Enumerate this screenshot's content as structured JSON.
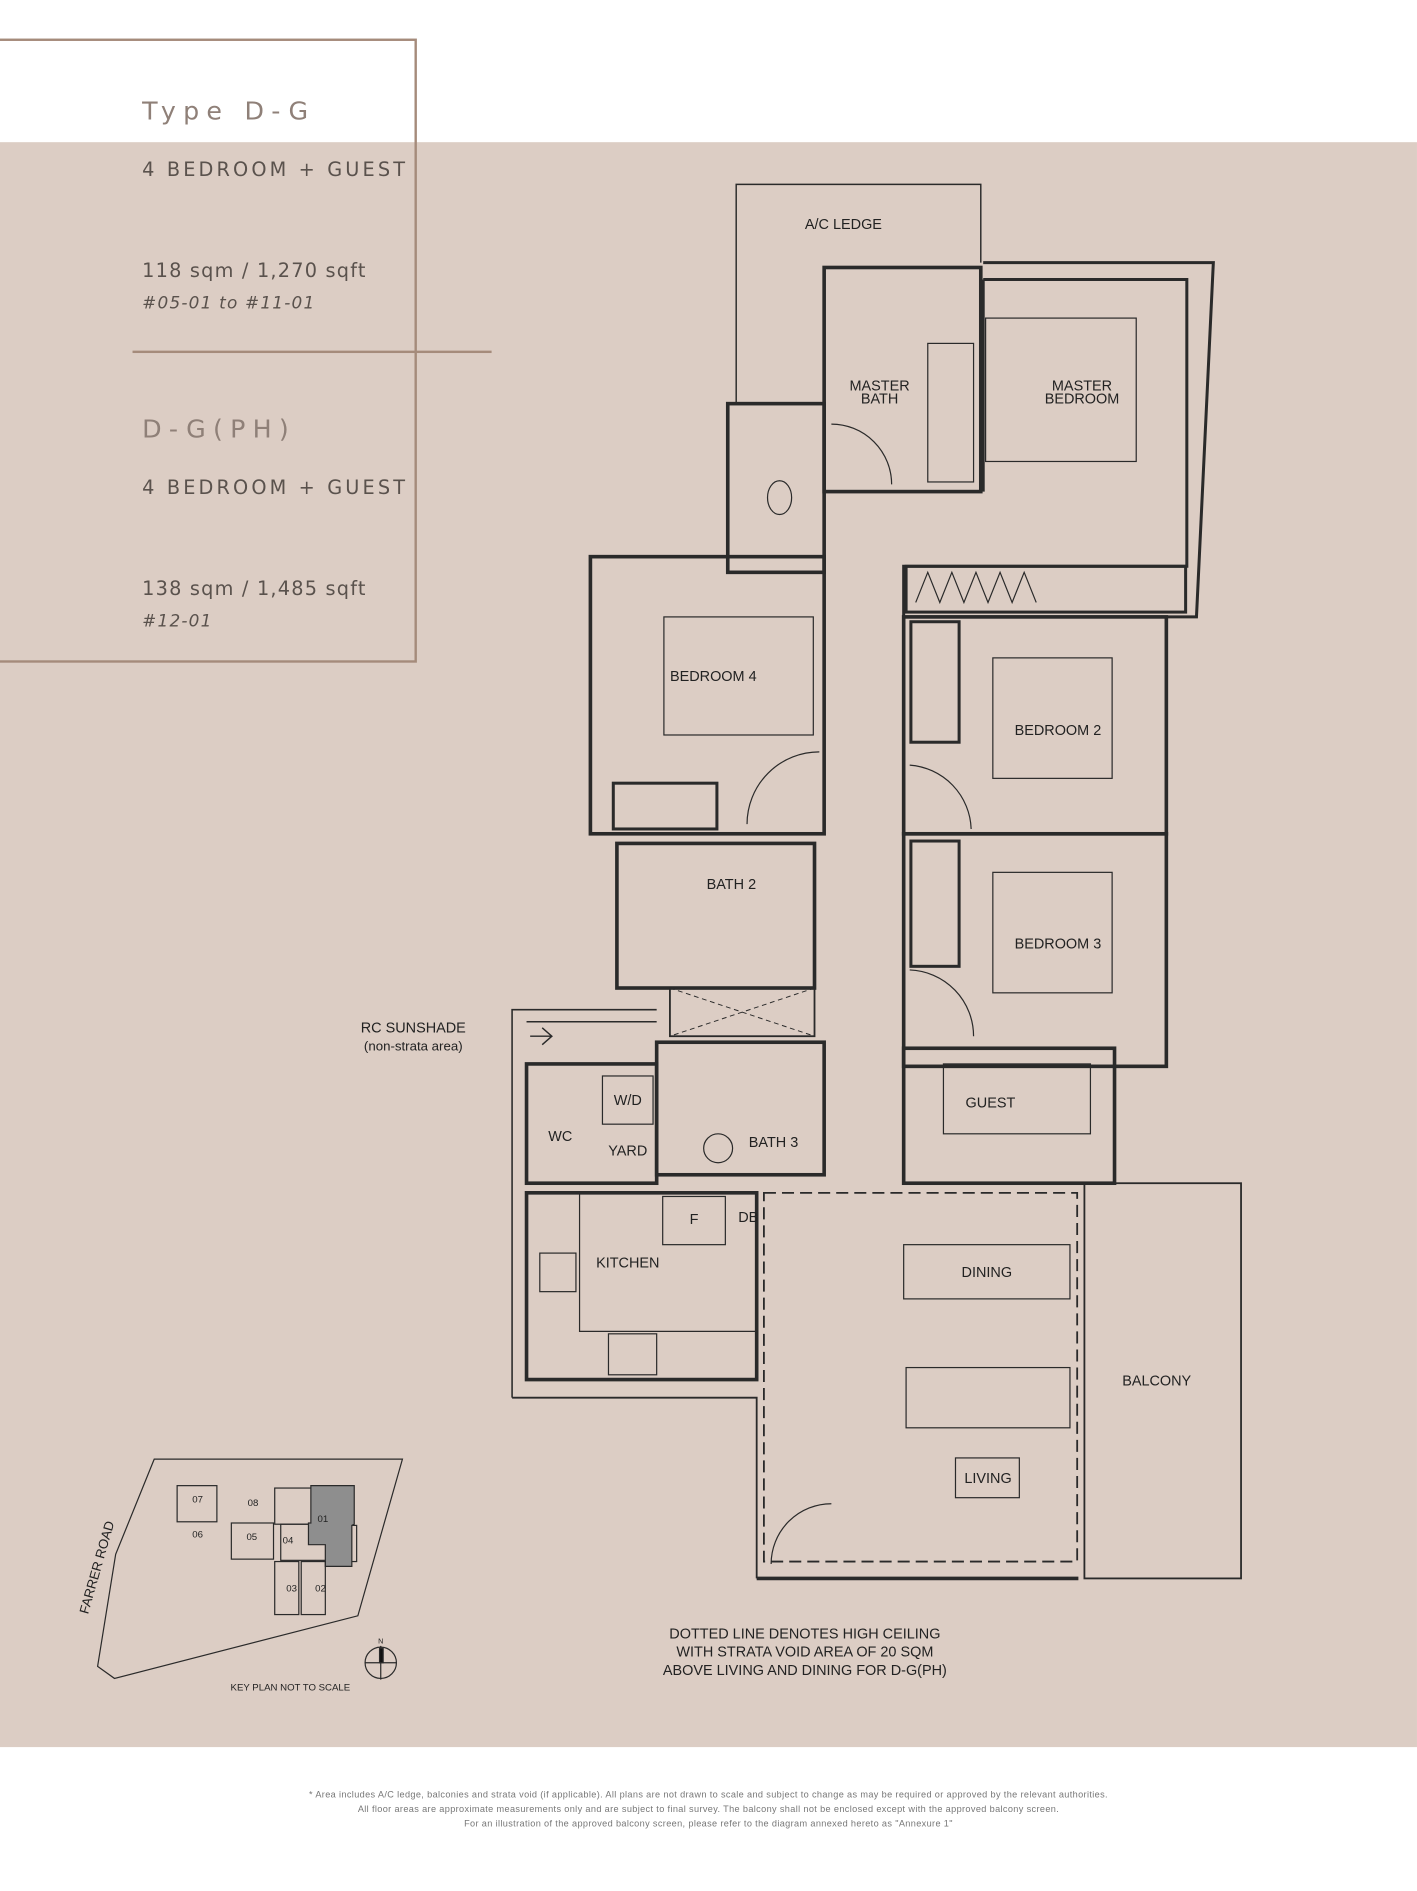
{
  "header": {
    "type_title": "Type D-G",
    "type_subtitle": "4 BEDROOM + GUEST",
    "type_area": "118 sqm / 1,270 sqft",
    "type_units": "#05-01 to #11-01",
    "ph_title": "D-G(PH)",
    "ph_subtitle": "4 BEDROOM + GUEST",
    "ph_area": "138 sqm / 1,485 sqft",
    "ph_units": "#12-01"
  },
  "plan": {
    "rooms": {
      "ac_ledge": "A/C LEDGE",
      "master_bath_1": "MASTER",
      "master_bath_2": "BATH",
      "master_bedroom_1": "MASTER",
      "master_bedroom_2": "BEDROOM",
      "bedroom4": "BEDROOM 4",
      "bedroom2": "BEDROOM 2",
      "bath2": "BATH 2",
      "bedroom3": "BEDROOM 3",
      "wd": "W/D",
      "guest": "GUEST",
      "wc": "WC",
      "yard": "YARD",
      "bath3": "BATH 3",
      "fridge": "F",
      "db": "DB",
      "kitchen": "KITCHEN",
      "dining": "DINING",
      "balcony": "BALCONY",
      "living": "LIVING"
    },
    "sunshade_label": "RC SUNSHADE",
    "sunshade_note": "(non-strata area)",
    "note_lines": [
      "DOTTED LINE DENOTES HIGH CEILING",
      "WITH STRATA VOID AREA OF 20 SQM",
      "ABOVE LIVING AND DINING FOR D-G(PH)"
    ]
  },
  "key_plan": {
    "road": "FARRER ROAD",
    "units": [
      "07",
      "08",
      "06",
      "05",
      "04",
      "01",
      "03",
      "02"
    ],
    "highlighted_unit": "01",
    "caption": "KEY PLAN NOT TO SCALE",
    "north": "N"
  },
  "footer": {
    "lines": [
      "* Area includes A/C ledge, balconies and strata void (if applicable). All plans are not drawn to scale and subject to change as may be required or approved by the relevant authorities.",
      "All floor areas are approximate measurements only and are subject to final survey. The balcony shall not be enclosed except with the approved balcony screen.",
      "For an illustration of the approved balcony screen, please refer to the diagram annexed hereto as \"Annexure 1\""
    ]
  },
  "colors": {
    "band": "#dccdc4",
    "accent": "#a58b7b",
    "highlight_unit": "#8e8e8e"
  }
}
